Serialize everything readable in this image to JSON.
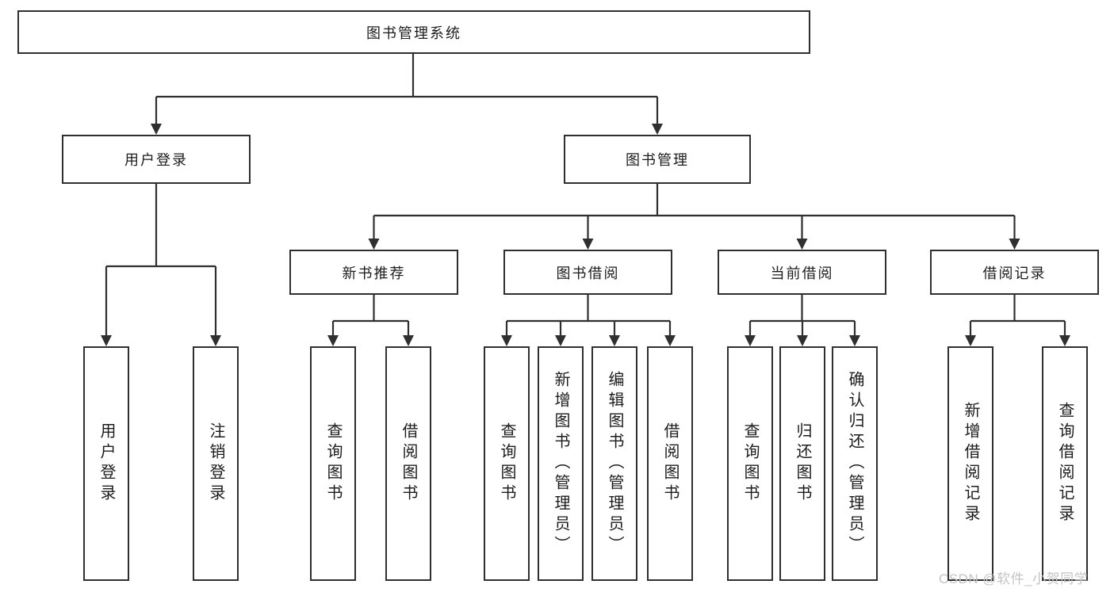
{
  "diagram": {
    "title": "图书管理系统",
    "nodes": {
      "root": "图书管理系统",
      "user_login": "用户登录",
      "book_mgmt": "图书管理",
      "new_book_rec": "新书推荐",
      "book_borrow": "图书借阅",
      "current_borrow": "当前借阅",
      "borrow_records": "借阅记录",
      "leaf_user_login": "用户登录",
      "leaf_logout": "注销登录",
      "leaf_query_books_1": "查询图书",
      "leaf_borrow_books_1": "借阅图书",
      "leaf_query_books_2": "查询图书",
      "leaf_add_books": "新增图书（管理员）",
      "leaf_edit_books": "编辑图书（管理员）",
      "leaf_borrow_books_2": "借阅图书",
      "leaf_query_books_3": "查询图书",
      "leaf_return_books": "归还图书",
      "leaf_confirm_return": "确认归还（管理员）",
      "leaf_add_record": "新增借阅记录",
      "leaf_query_record": "查询借阅记录"
    },
    "line_color": "#2f2f2f",
    "box_background": "#ffffff",
    "text_color": "#1c1c1c"
  },
  "watermark": "CSDN @软件_小贺同学"
}
